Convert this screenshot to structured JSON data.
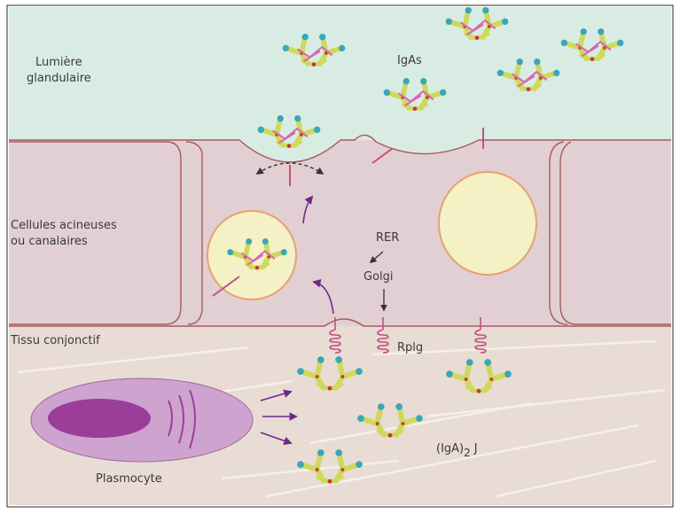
{
  "labels": {
    "lumen_line1": "Lumière",
    "lumen_line2": "glandulaire",
    "igas": "IgAs",
    "cells_line1": "Cellules acineuses",
    "cells_line2": "ou canalaires",
    "rer": "RER",
    "golgi": "Golgi",
    "connective": "Tissu conjonctif",
    "rplg": "Rplg",
    "plasmocyte": "Plasmocyte",
    "dimer_base": "(IgA)",
    "dimer_sub": "2",
    "dimer_j": "J"
  },
  "colors": {
    "lumen": "#d9ece4",
    "cell": "#e2cfd3",
    "cell_border": "#a85a5e",
    "connective": "#e9dcd4",
    "vesicle": "#f4f1c6",
    "vesicle_border": "#e8a070",
    "plasmocyte": "#cfa3cf",
    "nucleus": "#9a3e9a",
    "arrow": "#6b2a8a",
    "antibody_yellow": "#cfd95a",
    "antibody_teal": "#3aa6b8",
    "secretory_piece": "#d46ab0"
  }
}
